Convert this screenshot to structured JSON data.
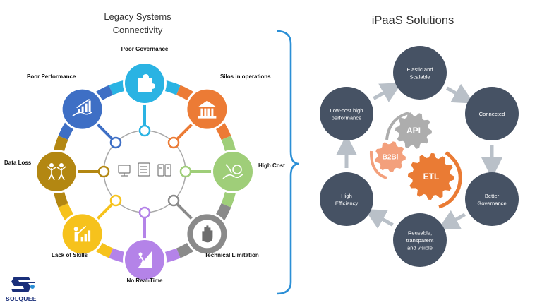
{
  "left": {
    "title_line1": "Legacy Systems",
    "title_line2": "Connectivity",
    "nodes": [
      {
        "label": "Poor Governance",
        "color": "#2ab3e3",
        "icon": "puzzle-icon"
      },
      {
        "label": "Silos in operations",
        "color": "#ec7b35",
        "icon": "building-icon"
      },
      {
        "label": "High Cost",
        "color": "#9fce79",
        "icon": "hand-coin-icon"
      },
      {
        "label": "Technical Limitation",
        "color": "#8a8a8a",
        "icon": "stop-hand-icon"
      },
      {
        "label": "No Real-Time",
        "color": "#b483e8",
        "icon": "falling-person-icon"
      },
      {
        "label": "Lack of Skills",
        "color": "#f6c21c",
        "icon": "presenter-chart-icon"
      },
      {
        "label": "Data Loss",
        "color": "#b38712",
        "icon": "confused-people-icon"
      },
      {
        "label": "Poor Performance",
        "color": "#3e6fc5",
        "icon": "hand-growth-chart-icon"
      }
    ],
    "center_icon": "computer-servers-icon"
  },
  "right": {
    "title": "iPaaS Solutions",
    "node_color": "#465264",
    "arrow_color": "#b9c0c8",
    "nodes": [
      {
        "lines": [
          "Elastic and",
          "Scalable"
        ]
      },
      {
        "lines": [
          "Connected"
        ]
      },
      {
        "lines": [
          "Better",
          "Governance"
        ]
      },
      {
        "lines": [
          "Reusable,",
          "transparent",
          "and visible"
        ]
      },
      {
        "lines": [
          "High",
          "Efficiency"
        ]
      },
      {
        "lines": [
          "Low-cost high",
          "performance"
        ]
      }
    ],
    "gears": [
      {
        "label": "API",
        "color": "#adadad"
      },
      {
        "label": "B2Bi",
        "color": "#f3a07c"
      },
      {
        "label": "ETL",
        "color": "#ea7b34"
      }
    ]
  },
  "brand": {
    "name": "SOLQUEE",
    "color": "#1a2f7a"
  }
}
